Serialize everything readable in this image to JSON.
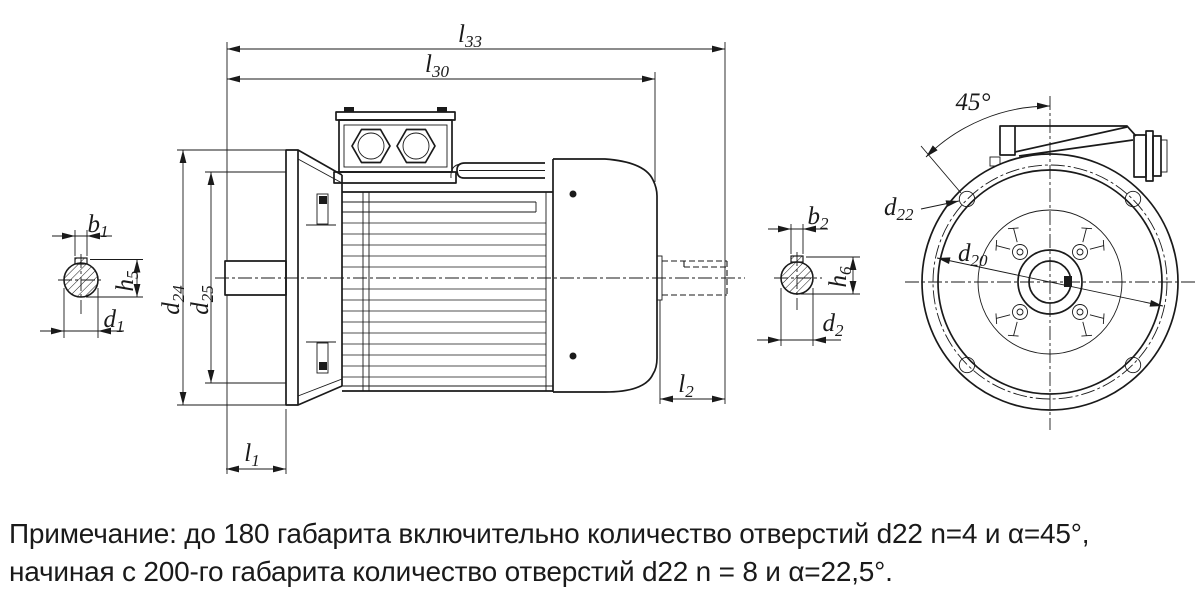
{
  "colors": {
    "line": "#1a1a1a",
    "background": "#ffffff",
    "text": "#1a1a1a"
  },
  "dimensions": {
    "l33": {
      "main": "l",
      "sub": "33"
    },
    "l30": {
      "main": "l",
      "sub": "30"
    },
    "l1": {
      "main": "l",
      "sub": "1"
    },
    "l2": {
      "main": "l",
      "sub": "2"
    },
    "d24": {
      "main": "d",
      "sub": "24"
    },
    "d25": {
      "main": "d",
      "sub": "25"
    },
    "b1": {
      "main": "b",
      "sub": "1"
    },
    "h5": {
      "main": "h",
      "sub": "5"
    },
    "d1": {
      "main": "d",
      "sub": "1"
    },
    "b2": {
      "main": "b",
      "sub": "2"
    },
    "h6": {
      "main": "h",
      "sub": "6"
    },
    "d2": {
      "main": "d",
      "sub": "2"
    },
    "d22": {
      "main": "d",
      "sub": "22"
    },
    "d20": {
      "main": "d",
      "sub": "20"
    },
    "angle": "45°"
  },
  "note": {
    "line1": "Примечание: до 180 габарита включительно количество отверстий d22 n=4 и α=45°,",
    "line2": "начиная с 200-го габарита количество отверстий d22 n = 8 и α=22,5°."
  }
}
